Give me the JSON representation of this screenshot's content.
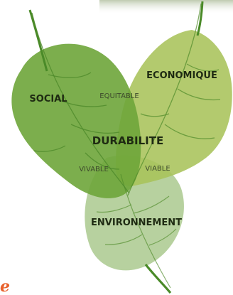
{
  "diagram": {
    "labels": {
      "social": "SOCIAL",
      "economique": "ECONOMIQUE",
      "environnement": "ENVIRONNEMENT",
      "center": "DURABILITE",
      "equitable": "EQUITABLE",
      "vivable": "VIVABLE",
      "viable": "VIABLE"
    },
    "logo_fragment": "e",
    "colors": {
      "social_leaf": "#6ea53a",
      "economique_leaf": "#a9c35a",
      "environnement_leaf": "#aac98e",
      "vein": "#4e8a2a",
      "stem": "#4a8a28",
      "logo": "#e8612c"
    }
  }
}
